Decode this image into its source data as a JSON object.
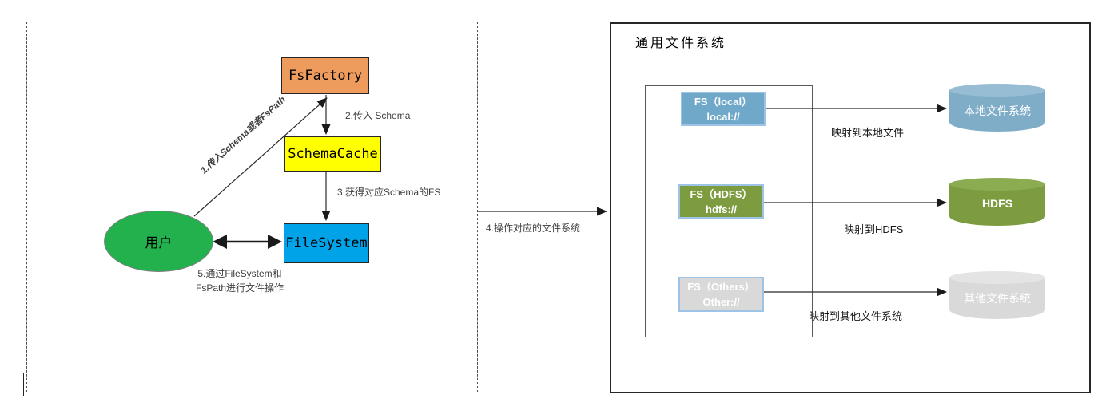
{
  "client_area": {
    "nodes": {
      "fs_factory": "FsFactory",
      "schema_cache": "SchemaCache",
      "file_system": "FileSystem",
      "user": "用户"
    },
    "labels": {
      "step1": "1.传入Schema或者FsPath",
      "step2": "2.传入 Schema",
      "step3": "3.获得对应Schema的FS",
      "step4": "4.操作对应的文件系统",
      "step5_line1": "5.通过FileSystem和",
      "step5_line2": "FsPath进行文件操作"
    }
  },
  "generic_fs": {
    "title": "通用文件系统",
    "fs_nodes": [
      {
        "id": "local",
        "line1": "FS（local）",
        "line2": "local://",
        "mapping": "映射到本地文件",
        "target": "本地文件系统"
      },
      {
        "id": "hdfs",
        "line1": "FS（HDFS）",
        "line2": "hdfs://",
        "mapping": "映射到HDFS",
        "target": "HDFS"
      },
      {
        "id": "others",
        "line1": "FS（Others）",
        "line2": "Other://",
        "mapping": "映射到其他文件系统",
        "target": "其他文件系统"
      }
    ]
  },
  "colors": {
    "fs_factory": "#ED9C5E",
    "schema_cache": "#FFFF00",
    "file_system": "#00A2E8",
    "user": "#22B14C",
    "local_box": "#6FA8C8",
    "hdfs_box": "#7C9C3F",
    "others_box": "#D9D9D9",
    "node_border": "#9DC3E6"
  }
}
